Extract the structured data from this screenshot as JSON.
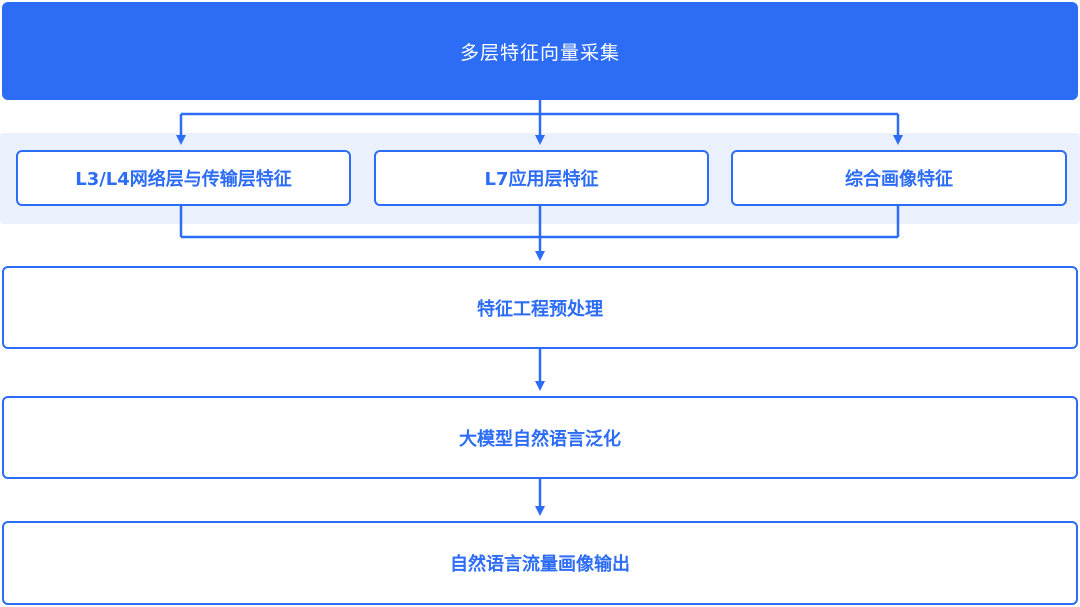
{
  "top": {
    "label": "多层特征向量采集"
  },
  "features": [
    {
      "label": "L3/L4网络层与传输层特征"
    },
    {
      "label": "L7应用层特征"
    },
    {
      "label": "综合画像特征"
    }
  ],
  "steps": [
    {
      "label": "特征工程预处理"
    },
    {
      "label": "大模型自然语言泛化"
    },
    {
      "label": "自然语言流量画像输出"
    }
  ],
  "colors": {
    "primary": "#2d6df6",
    "band": "#eaf1fc"
  }
}
